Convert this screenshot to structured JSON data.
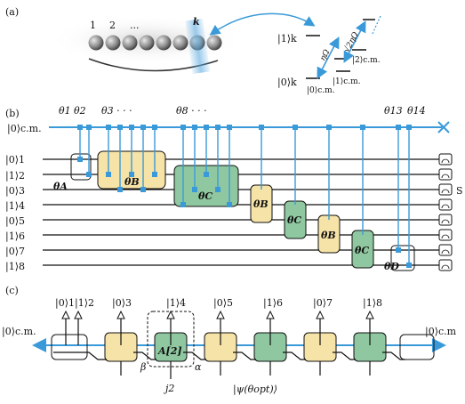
{
  "panels": {
    "a": {
      "tag": "(a)",
      "ion_numbers": [
        "1",
        "2",
        "..."
      ],
      "laser_label": "k",
      "levels": {
        "one_k": "|1⟩k",
        "zero_k": "|0⟩k",
        "zero_cm": "|0⟩c.m.",
        "one_cm": "|1⟩c.m.",
        "two_cm": "|2⟩c.m.",
        "eta_omega": "ηΩ",
        "sqrt2_eta_omega": "√2ηΩ"
      }
    },
    "b": {
      "tag": "(b)",
      "cm_label": "|0⟩c.m.",
      "angles": [
        "θ1",
        "θ2",
        "θ3 · · ·",
        "θ8 · · ·",
        "θ13",
        "θ14"
      ],
      "qubits": [
        "|0⟩1",
        "|1⟩2",
        "|0⟩3",
        "|1⟩4",
        "|0⟩5",
        "|1⟩6",
        "|0⟩7",
        "|1⟩8"
      ],
      "blocks": [
        "θA",
        "θB",
        "θC",
        "θB",
        "θC",
        "θB",
        "θC",
        "θD"
      ],
      "cut_label": "S"
    },
    "c": {
      "tag": "(c)",
      "top_labels": [
        "|0⟩1|1⟩2",
        "|0⟩3",
        "|1⟩4",
        "|0⟩5",
        "|1⟩6",
        "|0⟩7",
        "|1⟩8"
      ],
      "left_label": "|0⟩c.m.",
      "right_label": "|0⟩c.m",
      "tensor_label": "A[2]",
      "beta": "β",
      "alpha": "α",
      "j2": "j2",
      "psi_label": "|ψ(θopt)⟩"
    }
  },
  "colors": {
    "blue": "#3a9ad9",
    "yellow": "#f6e3a8",
    "green": "#8fc7a0",
    "dark": "#111111"
  }
}
